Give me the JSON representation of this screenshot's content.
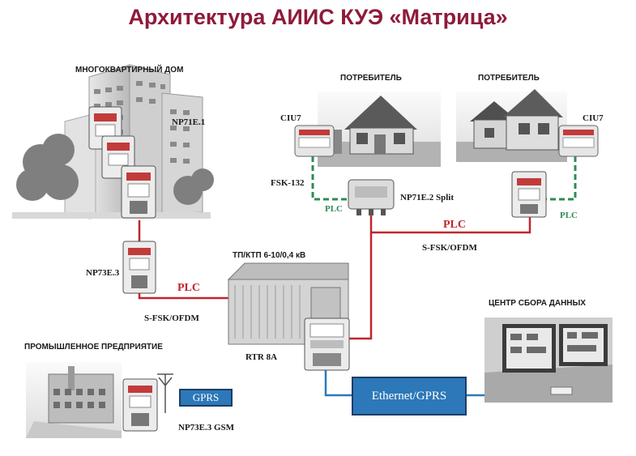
{
  "title": "Архитектура АИИС КУЭ «Матрица»",
  "captions": {
    "apartment": "МНОГОКВАРТИРНЫЙ ДОМ",
    "consumer_1": "ПОТРЕБИТЕЛЬ",
    "consumer_2": "ПОТРЕБИТЕЛЬ",
    "substation": "ТП/КТП 6-10/0,4 кВ",
    "industry": "ПРОМЫШЛЕННОЕ ПРЕДПРИЯТИЕ",
    "data_center": "ЦЕНТР СБОРА ДАННЫХ"
  },
  "labels": {
    "np71e1": "NP71E.1",
    "np73e3": "NP73E.3",
    "ciu7_left": "CIU7",
    "ciu7_right": "CIU7",
    "fsk132": "FSK-132",
    "np71e2": "NP71E.2 Split",
    "plc_green_left": "PLC",
    "plc_green_right": "PLC",
    "plc_red_top": "PLC",
    "sfsk_top": "S-FSK/OFDM",
    "plc_red_left": "PLC",
    "sfsk_left": "S-FSK/OFDM",
    "rtr8a": "RTR 8A",
    "gprs": "GPRS",
    "np73e3gsm": "NP73E.3 GSM",
    "ethernet": "Ethernet/GPRS"
  },
  "colors": {
    "title": "#8e1b3b",
    "plc_line": "#c0262b",
    "wireless_line": "#2e8b55",
    "ethernet_line": "#2c78b8",
    "box_fill": "#2c78b8"
  },
  "icons": [
    "apartment-building-icon",
    "meter-icon",
    "house-icon",
    "substation-icon",
    "factory-icon",
    "antenna-icon",
    "computer-monitor-icon",
    "display-unit-icon"
  ]
}
